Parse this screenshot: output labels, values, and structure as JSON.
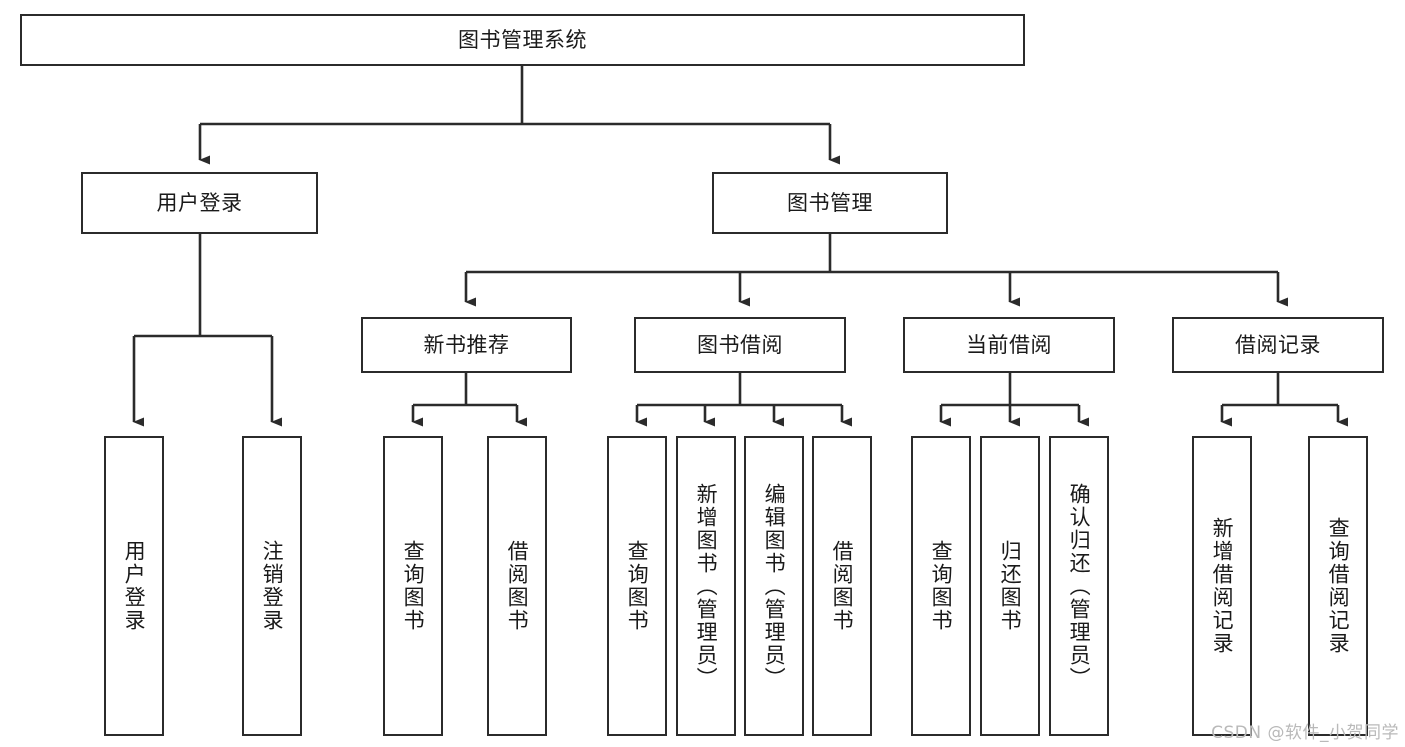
{
  "diagram": {
    "title": "图书管理系统",
    "type": "tree",
    "root": {
      "id": "root",
      "label": "图书管理系统"
    },
    "level1": [
      {
        "id": "user-login",
        "label": "用户登录"
      },
      {
        "id": "book-manage",
        "label": "图书管理"
      }
    ],
    "level2": [
      {
        "id": "new-book-recommend",
        "label": "新书推荐",
        "parent": "book-manage"
      },
      {
        "id": "book-borrow",
        "label": "图书借阅",
        "parent": "book-manage"
      },
      {
        "id": "current-borrow",
        "label": "当前借阅",
        "parent": "book-manage"
      },
      {
        "id": "borrow-record",
        "label": "借阅记录",
        "parent": "book-manage"
      }
    ],
    "leaves": [
      {
        "id": "leaf-user-login",
        "label": "用户登录",
        "parent": "user-login"
      },
      {
        "id": "leaf-logout",
        "label": "注销登录",
        "parent": "user-login"
      },
      {
        "id": "leaf-query-book-1",
        "label": "查询图书",
        "parent": "new-book-recommend"
      },
      {
        "id": "leaf-borrow-book-1",
        "label": "借阅图书",
        "parent": "new-book-recommend"
      },
      {
        "id": "leaf-query-book-2",
        "label": "查询图书",
        "parent": "book-borrow"
      },
      {
        "id": "leaf-add-book",
        "label": "新增图书（管理员）",
        "parent": "book-borrow"
      },
      {
        "id": "leaf-edit-book",
        "label": "编辑图书（管理员）",
        "parent": "book-borrow"
      },
      {
        "id": "leaf-borrow-book-2",
        "label": "借阅图书",
        "parent": "book-borrow"
      },
      {
        "id": "leaf-query-book-3",
        "label": "查询图书",
        "parent": "current-borrow"
      },
      {
        "id": "leaf-return-book",
        "label": "归还图书",
        "parent": "current-borrow"
      },
      {
        "id": "leaf-confirm-return",
        "label": "确认归还（管理员）",
        "parent": "current-borrow"
      },
      {
        "id": "leaf-add-record",
        "label": "新增借阅记录",
        "parent": "borrow-record"
      },
      {
        "id": "leaf-query-record",
        "label": "查询借阅记录",
        "parent": "borrow-record"
      }
    ]
  },
  "watermark": {
    "text": "CSDN @软件_小贺同学"
  },
  "colors": {
    "stroke": "#2b2b2b",
    "background": "#ffffff",
    "text": "#1a1a1a",
    "watermark": "#b9b9b9"
  }
}
